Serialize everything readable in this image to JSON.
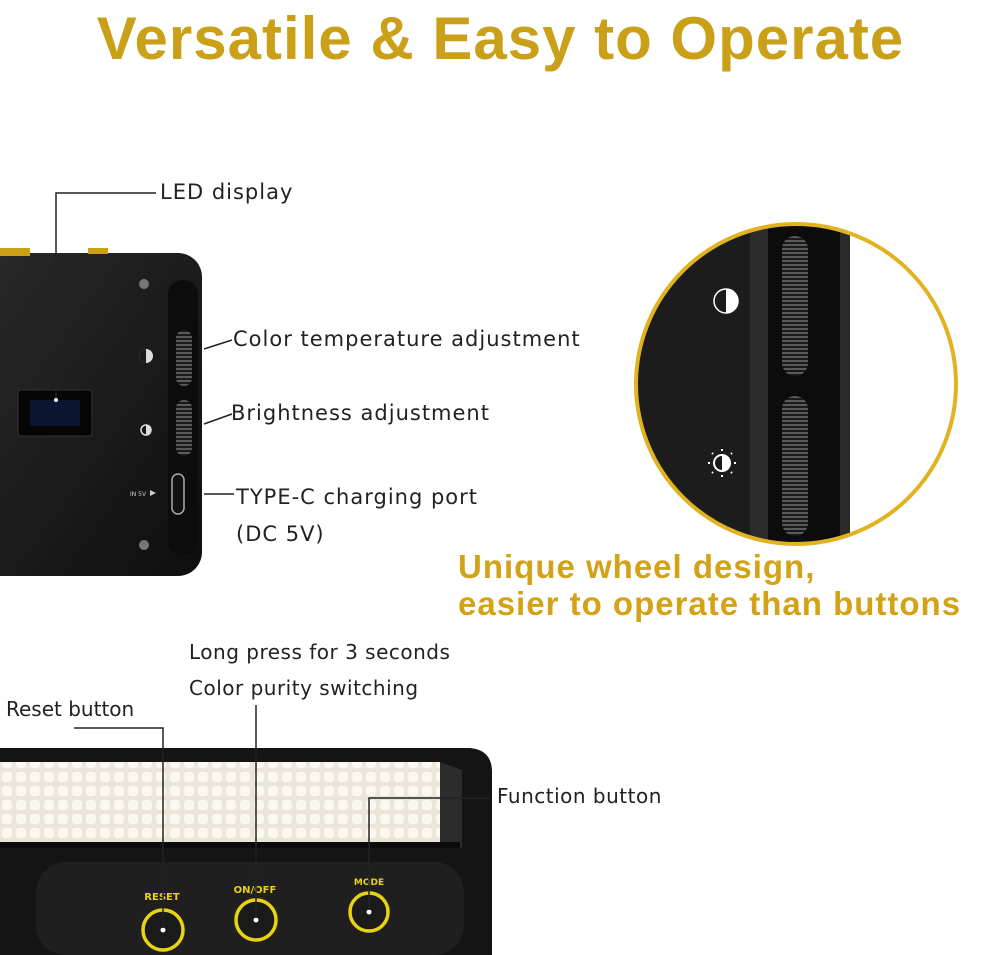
{
  "title": "Versatile & Easy to Operate",
  "labels": {
    "led_display": "LED display",
    "color_temp": "Color temperature adjustment",
    "brightness": "Brightness adjustment",
    "typec_line1": "TYPE-C charging port",
    "typec_line2": "(DC 5V)",
    "long_press_line1": "Long press for 3 seconds",
    "long_press_line2": "Color purity switching",
    "reset": "Reset button",
    "function": "Function button"
  },
  "tagline": {
    "line1": "Unique wheel design,",
    "line2": "easier to operate than buttons"
  },
  "device": {
    "port_label": "IN 5V",
    "buttons": [
      "RESET",
      "ON/OFF",
      "MODE"
    ]
  },
  "colors": {
    "accent": "#c9a018",
    "button_ring": "#e8d214",
    "device_body": "#1a1a1a",
    "label_text": "#222222"
  }
}
